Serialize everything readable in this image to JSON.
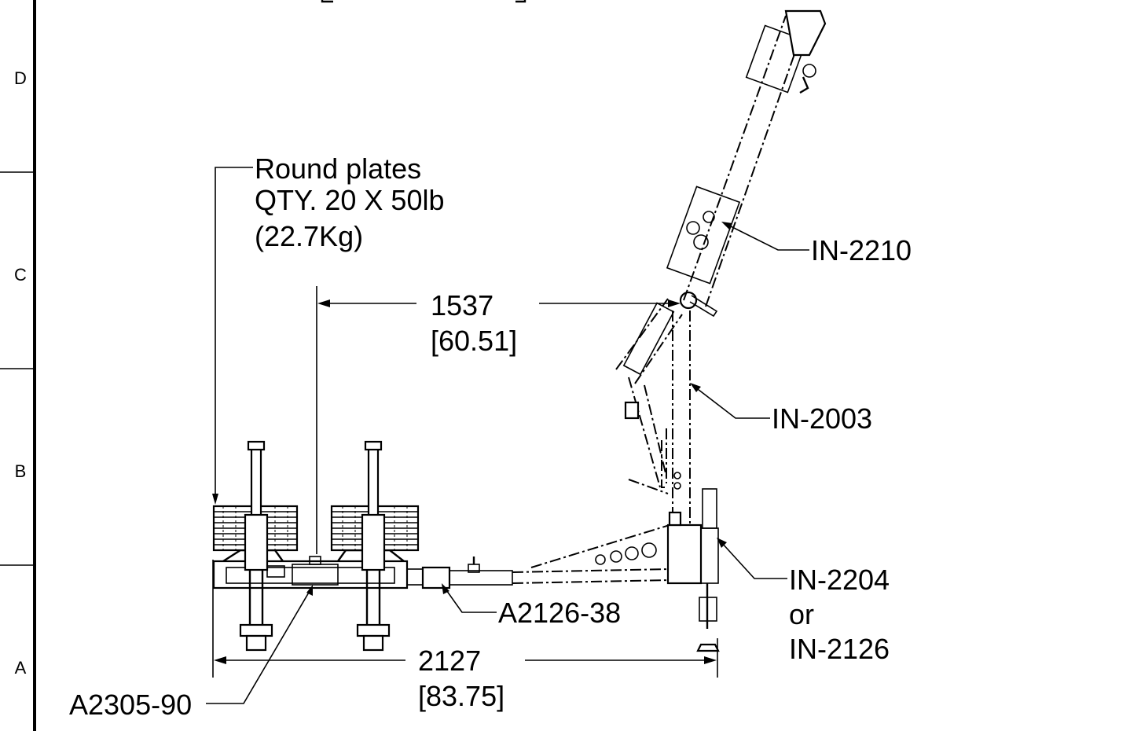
{
  "border": {
    "zones": [
      "D",
      "C",
      "B",
      "A"
    ]
  },
  "callouts": {
    "round_plates": {
      "line1": "Round plates",
      "line2": "QTY. 20 X 50lb",
      "line3": "(22.7Kg)"
    },
    "in_2210": "IN-2210",
    "in_2003": "IN-2003",
    "in_2204": {
      "line1": "IN-2204",
      "line2": "or",
      "line3": "IN-2126"
    },
    "a2126_38": "A2126-38",
    "a2305_90": "A2305-90"
  },
  "dimensions": {
    "width_upper": {
      "mm": "1537",
      "inch": "[60.51]"
    },
    "width_overall": {
      "mm": "2127",
      "inch": "[83.75]"
    }
  }
}
